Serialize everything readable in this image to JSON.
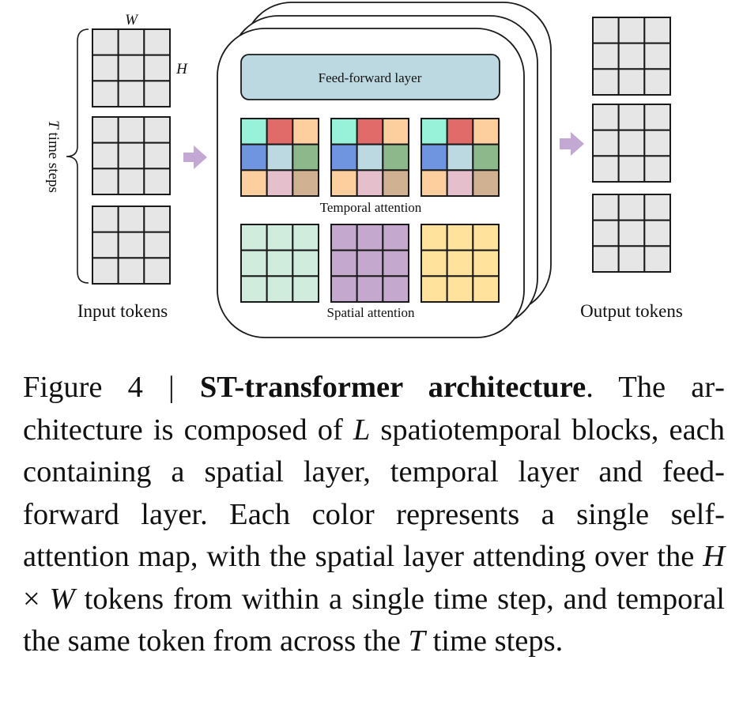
{
  "figure": {
    "labels": {
      "width_symbol": "W",
      "height_symbol": "H",
      "time_steps": "T time steps",
      "time_symbol": "T",
      "time_rest": " time steps",
      "input_tokens": "Input tokens",
      "output_tokens": "Output tokens",
      "feed_forward": "Feed-forward layer",
      "temporal_attention": "Temporal attention",
      "spatial_attention": "Spatial attention"
    },
    "colors": {
      "token_fill": "#e6e6e6",
      "grid_stroke": "#1a1a1a",
      "arrow": "#c4a8d4",
      "feed_forward_fill": "#bcd8e0",
      "temporal_grid": [
        [
          "#98f2d9",
          "#e06b69",
          "#fdcf9f"
        ],
        [
          "#6f95e0",
          "#bcd8e0",
          "#8cb88c"
        ],
        [
          "#fdcf9f",
          "#e5c0cc",
          "#d0b293"
        ]
      ],
      "spatial_grids": [
        "#d0ecdc",
        "#c4a8ce",
        "#ffe29b"
      ]
    },
    "input_token_count": 3,
    "output_token_count": 3,
    "grid_size": 3,
    "stacked_blocks": 3
  },
  "caption": {
    "prefix": "Figure 4 | ",
    "title": "ST-transformer architecture",
    "seg1": ". The ar­chitecture is composed of ",
    "var_L": "L",
    "seg2": " spatiotemporal blocks, each containing a spatial layer, temporal layer and feed-forward layer. Each color represents a single self-attention map, with the spatial layer attending over the ",
    "var_H": "H",
    "times": " × ",
    "var_W": "W",
    "seg3": " tokens from within a single time step, and temporal the same token from across the ",
    "var_T": "T",
    "seg4": " time steps."
  }
}
